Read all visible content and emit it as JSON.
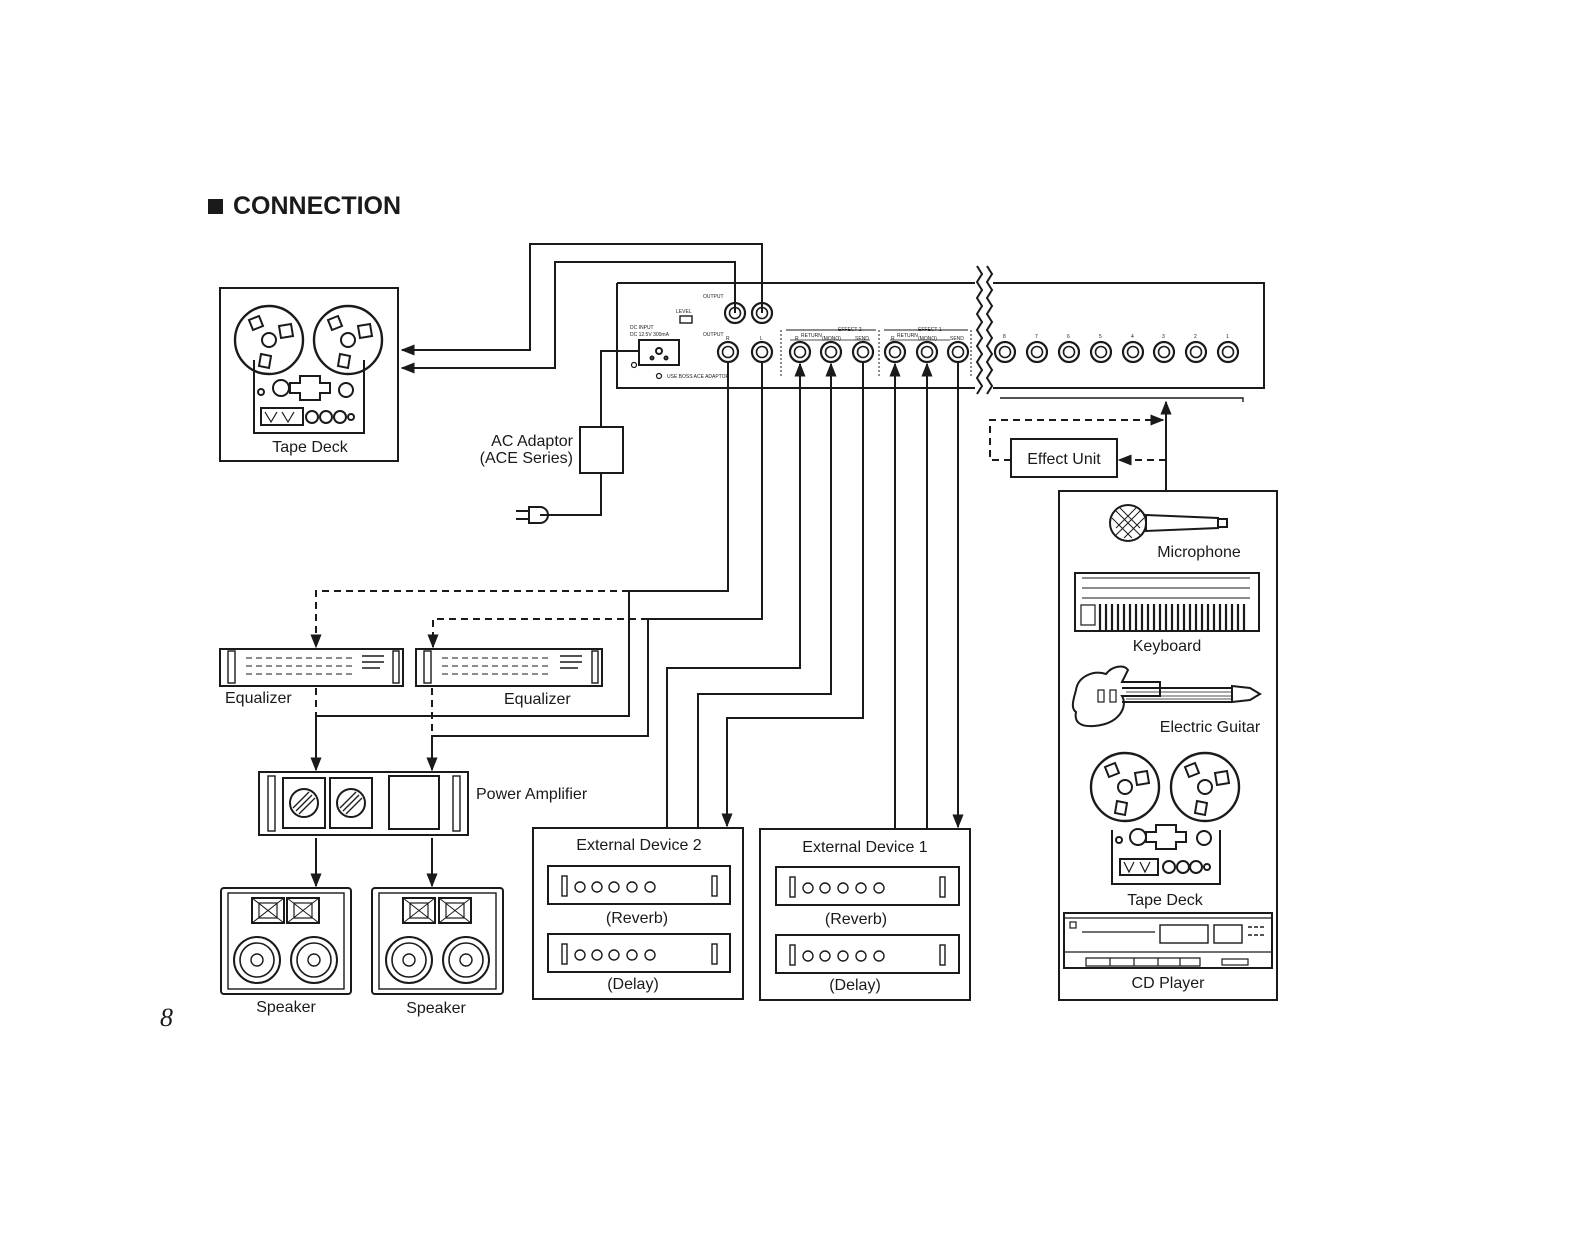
{
  "page": {
    "title": "CONNECTION",
    "page_number": "8"
  },
  "mixer": {
    "output_top": "OUTPUT",
    "level": "LEVEL",
    "dc_input": "DC INPUT",
    "dc_rating": "DC 12.5V 300mA",
    "output_label": "OUTPUT",
    "effect2": "EFFECT 2",
    "effect1": "EFFECT 1",
    "return_label": "RETURN",
    "mono_label": "(MONO)",
    "send_label": "SEND",
    "r_label": "R",
    "l_label": "L",
    "use_adaptor": "USE BOSS ACE ADAPTOR",
    "channels": [
      "8",
      "7",
      "6",
      "5",
      "4",
      "3",
      "2",
      "1"
    ]
  },
  "devices": {
    "tape_deck_left": "Tape Deck",
    "ac_adaptor_line1": "AC Adaptor",
    "ac_adaptor_line2": "(ACE Series)",
    "effect_unit": "Effect Unit",
    "equalizer_left": "Equalizer",
    "equalizer_right": "Equalizer",
    "power_amplifier": "Power Amplifier",
    "speaker_left": "Speaker",
    "speaker_right": "Speaker",
    "external_device_2": "External Device 2",
    "external_device_1": "External Device 1",
    "reverb_2": "(Reverb)",
    "delay_2": "(Delay)",
    "reverb_1": "(Reverb)",
    "delay_1": "(Delay)"
  },
  "sources": {
    "microphone": "Microphone",
    "keyboard": "Keyboard",
    "electric_guitar": "Electric Guitar",
    "tape_deck": "Tape Deck",
    "cd_player": "CD Player"
  },
  "icons": [
    "reel-icon",
    "speaker-icon",
    "microphone-icon",
    "keyboard-icon",
    "guitar-icon",
    "cd-player-icon",
    "plug-icon",
    "jack-icon"
  ]
}
